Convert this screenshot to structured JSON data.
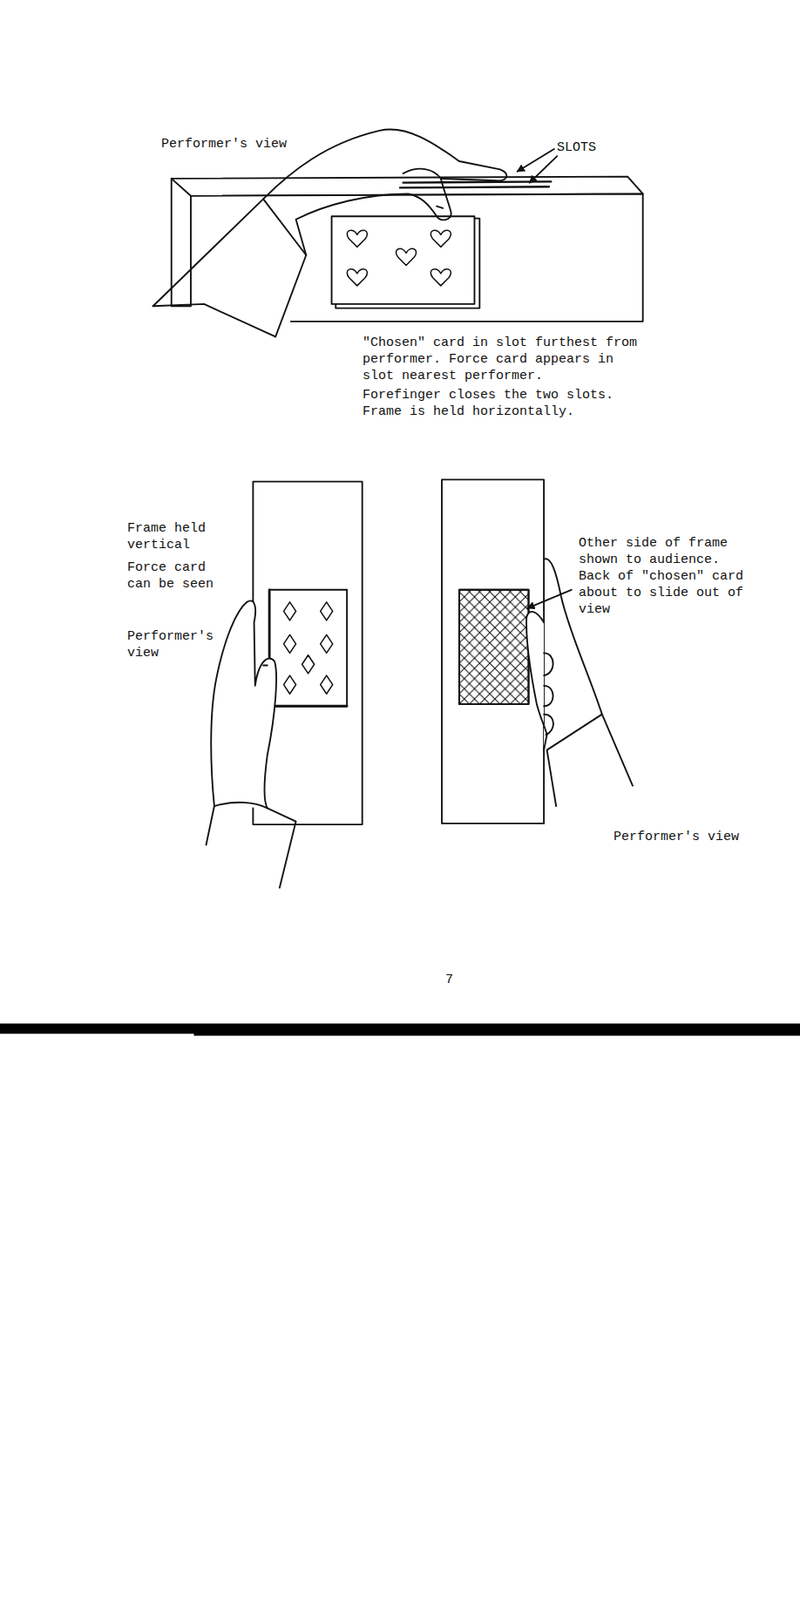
{
  "diagram": {
    "labels": [
      "Performer's view",
      "SLOTS",
      "\"Chosen\" card in slot furthest from performer. Force card appears in slot nearest performer.",
      "Forefinger closes the two slots. Frame is held horizontally.",
      "Frame held vertical",
      "Force card can be seen",
      "Performer's view",
      "Other side of frame shown to audience. Back of \"chosen\" card about to slide out of view",
      "Performer's view",
      "7"
    ]
  }
}
